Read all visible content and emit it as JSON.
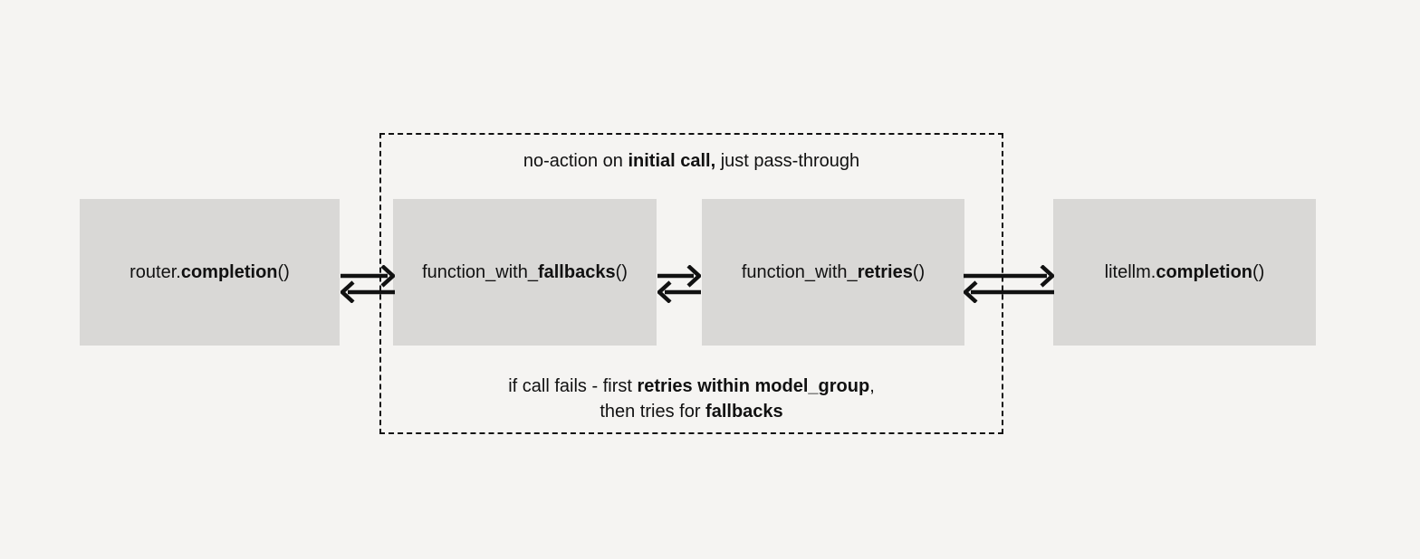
{
  "colors": {
    "background": "#f5f4f2",
    "box_fill": "#d9d8d6",
    "ink": "#111111"
  },
  "boxes": [
    {
      "prefix": "router.",
      "bold": "completion",
      "suffix": "()"
    },
    {
      "prefix": "function_with_",
      "bold": "fallbacks",
      "suffix": "()"
    },
    {
      "prefix": "function_with_",
      "bold": "retries",
      "suffix": "()"
    },
    {
      "prefix": "litellm.",
      "bold": "completion",
      "suffix": "()"
    }
  ],
  "captions": {
    "top": {
      "prefix": "no-action on ",
      "bold": "initial call,",
      "suffix": " just pass-through"
    },
    "bottom_line1": {
      "prefix": "if call fails - first ",
      "bold": "retries within model_group",
      "suffix": ","
    },
    "bottom_line2": {
      "prefix": "then tries for ",
      "bold": "fallbacks",
      "suffix": ""
    }
  },
  "arrows": [
    {
      "name": "bidirectional-arrow",
      "between": [
        "router.completion()",
        "function_with_fallbacks()"
      ]
    },
    {
      "name": "bidirectional-arrow",
      "between": [
        "function_with_fallbacks()",
        "function_with_retries()"
      ]
    },
    {
      "name": "bidirectional-arrow",
      "between": [
        "function_with_retries()",
        "litellm.completion()"
      ]
    }
  ]
}
